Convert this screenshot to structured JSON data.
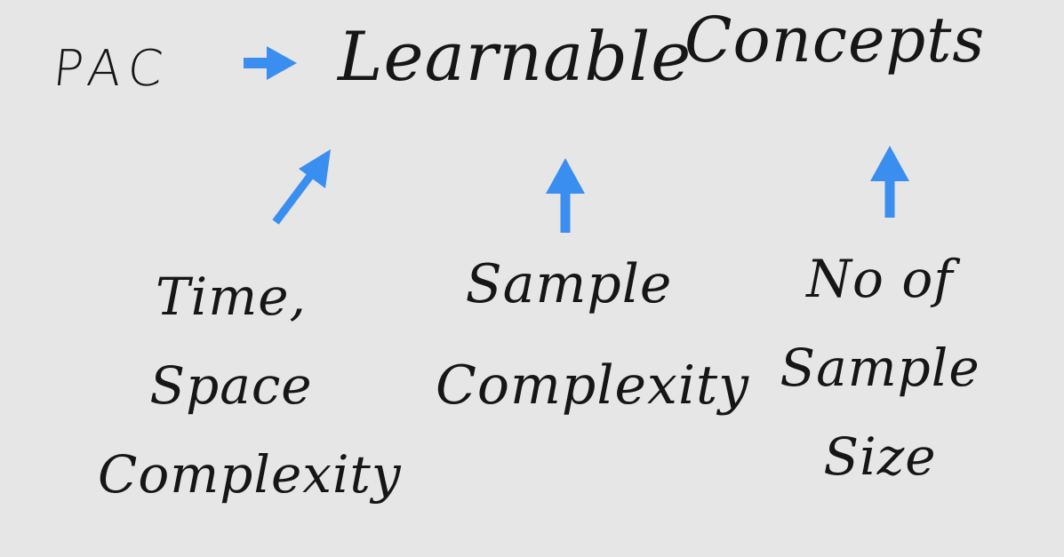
{
  "diagram": {
    "prefix": "PAC",
    "title": "Learnable",
    "title_2": "Concepts",
    "accent_color": "#3a8ef0",
    "ink_color": "#161616",
    "background_color": "#e6e6e6",
    "nodes": [
      {
        "lines": [
          "Time,",
          "Space",
          "Complexity"
        ]
      },
      {
        "lines": [
          "Sample",
          "Complexity"
        ]
      },
      {
        "lines": [
          "No of",
          "Sample",
          "Size"
        ]
      }
    ]
  }
}
